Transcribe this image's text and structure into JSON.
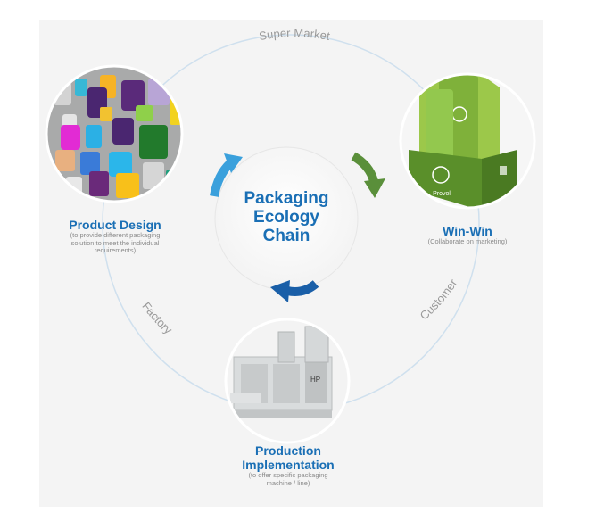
{
  "center": {
    "line1": "Packaging",
    "line2": "Ecology",
    "line3": "Chain"
  },
  "ring_labels": {
    "top": "Super Market",
    "left": "Factory",
    "right": "Customer"
  },
  "nodes": {
    "product_design": {
      "title": "Product Design",
      "sub1": "(to provide different packaging",
      "sub2": "solution to meet the individual",
      "sub3": "requirements)"
    },
    "win_win": {
      "title": "Win-Win",
      "sub1": "(Collaborate on marketing)"
    },
    "production": {
      "title1": "Production",
      "title2": "Implementation",
      "sub1": "(to offer specific packaging",
      "sub2": "machine / line)"
    }
  },
  "box_brand": "Provol",
  "colors": {
    "blue_text": "#1a6fb5",
    "arrow_light_blue": "#3aa0dc",
    "arrow_green": "#5a8f3a",
    "arrow_dark_blue": "#1a5fa8",
    "ring": "#cfe0ee"
  }
}
